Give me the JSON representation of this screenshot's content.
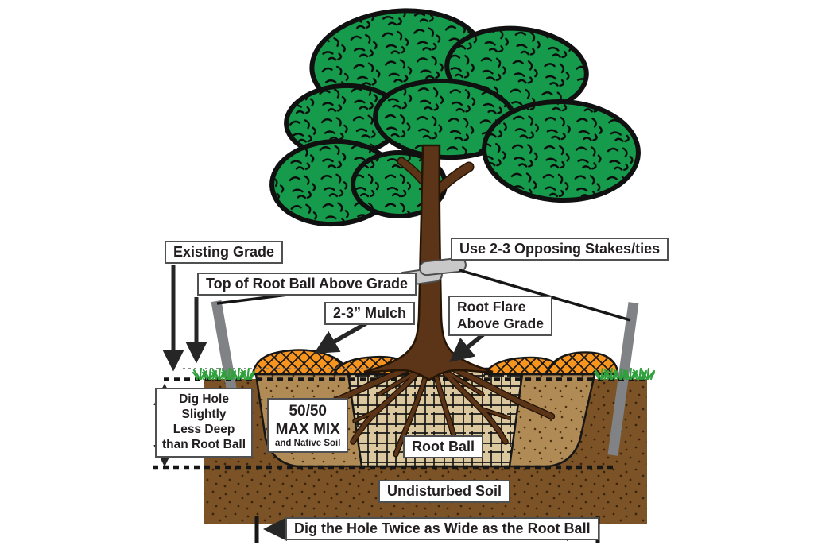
{
  "diagram_title": "Tree planting cross-section diagram",
  "labels": {
    "existing_grade": "Existing Grade",
    "top_of_root_ball": "Top of Root Ball Above Grade",
    "mulch": "2-3” Mulch",
    "stakes": "Use 2-3 Opposing Stakes/ties",
    "root_flare": [
      "Root Flare",
      "Above Grade"
    ],
    "dig_hole_depth": [
      "Dig Hole",
      "Slightly",
      "Less Deep",
      "than Root Ball"
    ],
    "soil_mix": [
      "50/50",
      "MAX MIX",
      "and Native Soil"
    ],
    "root_ball": "Root Ball",
    "undisturbed_soil": "Undisturbed Soil",
    "dig_hole_width": "Dig the Hole Twice as Wide as the Root Ball"
  },
  "colors": {
    "canopy_green": "#169a4b",
    "trunk_brown": "#5c3417",
    "undisturbed_soil": "#7b5326",
    "backfill_soil": "#b08b56",
    "root_ball_tan": "#dcc89f",
    "mulch_orange": "#f7941e",
    "stake_gray": "#808285",
    "tie_gray": "#c8c8c8",
    "grass_green": "#2fa03c",
    "outline_black": "#161616",
    "label_border": "#4f5052",
    "text_dark": "#231f20"
  }
}
